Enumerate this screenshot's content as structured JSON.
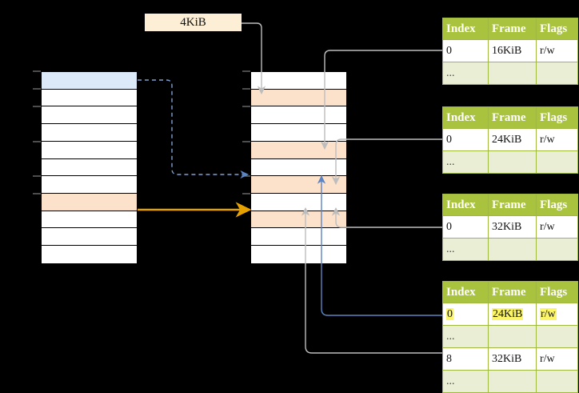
{
  "diagram": {
    "title_label": "4KiB",
    "colors": {
      "header_green": "#a9c33e",
      "row_alt_green": "#e9eed4",
      "highlight_yellow": "#fbf569",
      "selected_blue": "#dce9f9",
      "selected_peach": "#fde2cb",
      "accent_orange": "#e5a100",
      "accent_blue": "#5b84c4",
      "wire_gray": "#b9b9b9"
    }
  },
  "left_column": {
    "name": "virtual-address-space",
    "rows": [
      {
        "label": "",
        "fill": "blue"
      },
      {
        "label": "",
        "fill": "white"
      },
      {
        "label": "",
        "fill": "white"
      },
      {
        "label": "",
        "fill": "white"
      },
      {
        "label": "",
        "fill": "white"
      },
      {
        "label": "",
        "fill": "white"
      },
      {
        "label": "",
        "fill": "white"
      },
      {
        "label": "",
        "fill": "peach"
      },
      {
        "label": "",
        "fill": "white"
      },
      {
        "label": "",
        "fill": "white"
      },
      {
        "label": "",
        "fill": "white"
      }
    ]
  },
  "middle_column": {
    "name": "physical-memory",
    "rows": [
      {
        "label": "",
        "fill": "white"
      },
      {
        "label": "",
        "fill": "peach"
      },
      {
        "label": "",
        "fill": "white"
      },
      {
        "label": "",
        "fill": "white"
      },
      {
        "label": "",
        "fill": "peach"
      },
      {
        "label": "",
        "fill": "white"
      },
      {
        "label": "",
        "fill": "peach"
      },
      {
        "label": "",
        "fill": "white"
      },
      {
        "label": "",
        "fill": "peach"
      },
      {
        "label": "",
        "fill": "white"
      },
      {
        "label": "",
        "fill": "white"
      }
    ]
  },
  "tables": [
    {
      "name": "page-table-1",
      "headers": [
        "Index",
        "Frame",
        "Flags"
      ],
      "rows": [
        {
          "cells": [
            "0",
            "16KiB",
            "r/w"
          ],
          "style": "normal",
          "highlight": []
        },
        {
          "cells": [
            "...",
            "",
            ""
          ],
          "style": "ellipsis",
          "highlight": []
        }
      ]
    },
    {
      "name": "page-table-2",
      "headers": [
        "Index",
        "Frame",
        "Flags"
      ],
      "rows": [
        {
          "cells": [
            "0",
            "24KiB",
            "r/w"
          ],
          "style": "normal",
          "highlight": []
        },
        {
          "cells": [
            "...",
            "",
            ""
          ],
          "style": "ellipsis",
          "highlight": []
        }
      ]
    },
    {
      "name": "page-table-3",
      "headers": [
        "Index",
        "Frame",
        "Flags"
      ],
      "rows": [
        {
          "cells": [
            "0",
            "32KiB",
            "r/w"
          ],
          "style": "normal",
          "highlight": []
        },
        {
          "cells": [
            "...",
            "",
            ""
          ],
          "style": "ellipsis",
          "highlight": []
        }
      ]
    },
    {
      "name": "page-table-4",
      "headers": [
        "Index",
        "Frame",
        "Flags"
      ],
      "rows": [
        {
          "cells": [
            "0",
            "24KiB",
            "r/w"
          ],
          "style": "normal",
          "highlight": [
            0,
            1,
            2
          ]
        },
        {
          "cells": [
            "...",
            "",
            ""
          ],
          "style": "ellipsis",
          "highlight": []
        },
        {
          "cells": [
            "8",
            "32KiB",
            "r/w"
          ],
          "style": "normal",
          "highlight": []
        },
        {
          "cells": [
            "...",
            "",
            ""
          ],
          "style": "ellipsis",
          "highlight": []
        }
      ]
    }
  ]
}
